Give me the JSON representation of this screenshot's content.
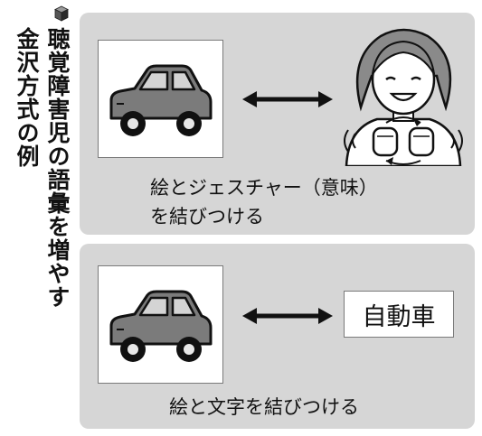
{
  "title": {
    "line1": "聴覚障害児の語彙を増やす",
    "line2": "金沢方式の例"
  },
  "panel_top": {
    "caption_line1": "絵とジェスチャー（意味）",
    "caption_line2": "を結びつける"
  },
  "panel_bottom": {
    "word_card": "自動車",
    "caption": "絵と文字を結びつける"
  },
  "colors": {
    "panel_bg": "#d6d6d6",
    "car_body": "#7b7b7b",
    "car_window": "#d4d4d4",
    "text": "#111111"
  },
  "icons": [
    "cube-icon",
    "car-icon",
    "double-arrow-icon",
    "person-gesturing-icon"
  ]
}
